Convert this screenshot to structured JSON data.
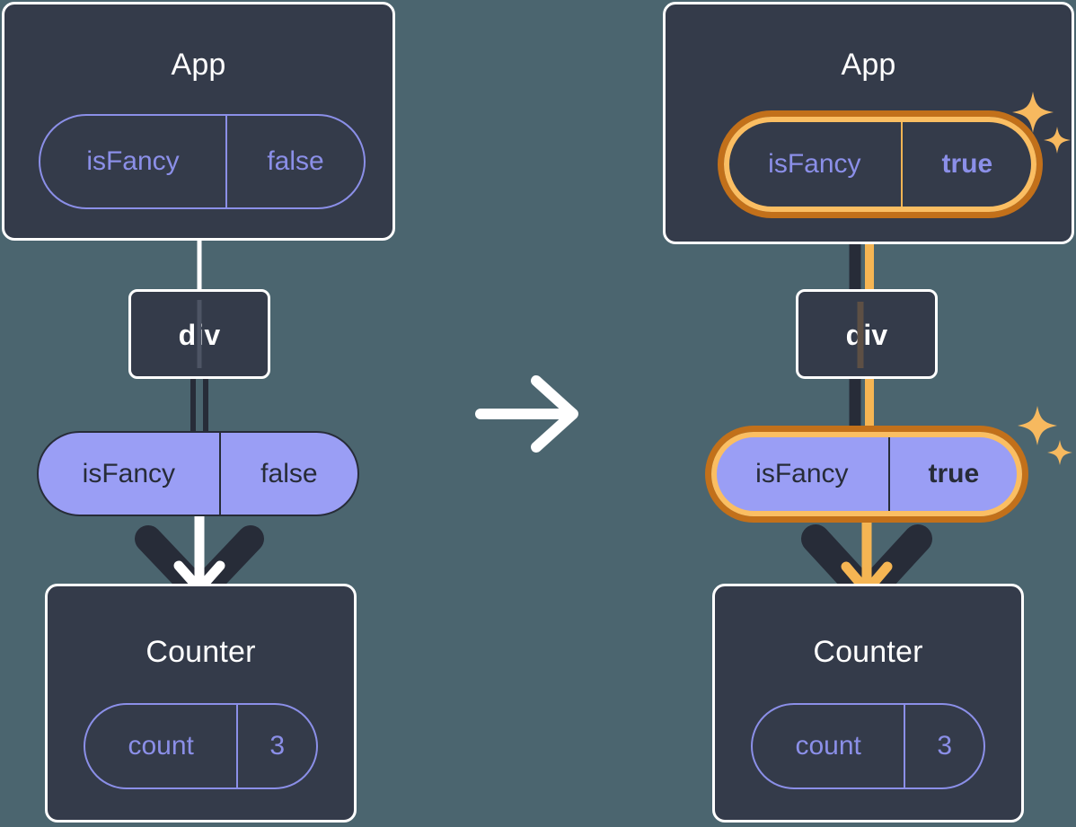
{
  "diagram": {
    "type": "react-state-flow",
    "background_color": "#4b656f",
    "card_color": "#343b4a",
    "accent_purple": "#9a9ef5",
    "accent_orange": "#f5b553",
    "accent_orange_dark": "#c2701a",
    "transition_arrow": "arrow-right"
  },
  "left": {
    "app": {
      "title": "App",
      "pill": {
        "key": "isFancy",
        "value": "false",
        "highlighted": "false",
        "value_bold": "false"
      }
    },
    "div": {
      "label": "div"
    },
    "prop_pill": {
      "key": "isFancy",
      "value": "false",
      "highlighted": "false",
      "value_bold": "false"
    },
    "counter": {
      "title": "Counter",
      "pill": {
        "key": "count",
        "value": "3",
        "highlighted": "false",
        "value_bold": "false"
      }
    }
  },
  "right": {
    "app": {
      "title": "App",
      "pill": {
        "key": "isFancy",
        "value": "true",
        "highlighted": "true",
        "value_bold": "true"
      }
    },
    "div": {
      "label": "div"
    },
    "prop_pill": {
      "key": "isFancy",
      "value": "true",
      "highlighted": "true",
      "value_bold": "true"
    },
    "counter": {
      "title": "Counter",
      "pill": {
        "key": "count",
        "value": "3",
        "highlighted": "false",
        "value_bold": "false"
      }
    }
  }
}
